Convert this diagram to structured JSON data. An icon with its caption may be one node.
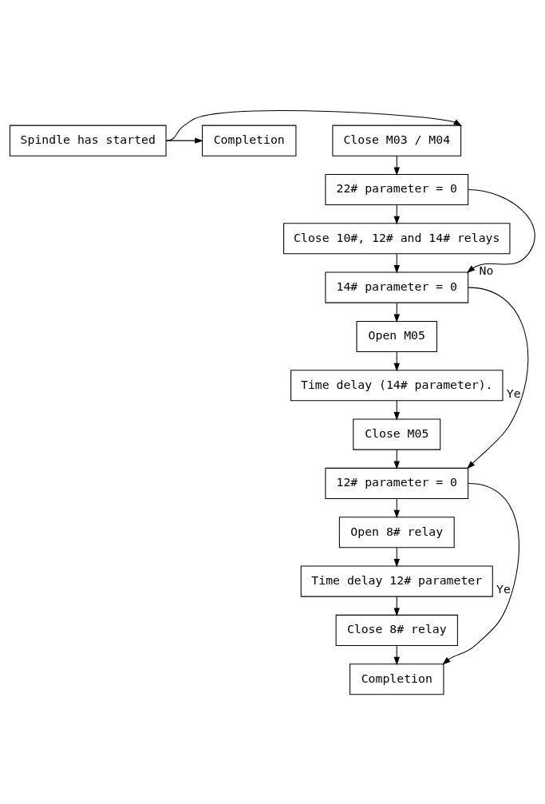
{
  "diagram": {
    "nodes": [
      {
        "text": [
          "Spindle has started"
        ]
      },
      {
        "text": [
          "Completion"
        ]
      },
      {
        "text": [
          "Close M03 / M04"
        ]
      },
      {
        "text": [
          "22# parameter = 0"
        ]
      },
      {
        "text": [
          "Close 10#, 12# and 14# relays"
        ]
      },
      {
        "text": [
          "14# parameter = 0"
        ]
      },
      {
        "text": [
          "Open M05"
        ]
      },
      {
        "text": [
          "Time delay (14# parameter)."
        ]
      },
      {
        "text": [
          "Close M05"
        ]
      },
      {
        "text": [
          "12# parameter = 0"
        ]
      },
      {
        "text": [
          "Open 8# relay"
        ]
      },
      {
        "text": [
          "Time delay 12# parameter"
        ]
      },
      {
        "text": [
          "Close 8# relay"
        ]
      },
      {
        "text": [
          "Completion"
        ]
      }
    ],
    "edges": [
      {
        "from": 0,
        "to": 1,
        "arrow": "to"
      },
      {
        "from": 0,
        "to": 2,
        "arrow": "to"
      },
      {
        "from": 2,
        "to": 3,
        "arrow": "to"
      },
      {
        "from": 3,
        "to": 4,
        "arrow": "to"
      },
      {
        "from": 3,
        "to": 5,
        "arrow": "to",
        "label": "No"
      },
      {
        "from": 4,
        "to": 5,
        "arrow": "to"
      },
      {
        "from": 5,
        "to": 6,
        "arrow": "to"
      },
      {
        "from": 5,
        "to": 9,
        "arrow": "to",
        "label": "Ye"
      },
      {
        "from": 6,
        "to": 7,
        "arrow": "to"
      },
      {
        "from": 7,
        "to": 8,
        "arrow": "to"
      },
      {
        "from": 8,
        "to": 9,
        "arrow": "to"
      },
      {
        "from": 9,
        "to": 10,
        "arrow": "to"
      },
      {
        "from": 9,
        "to": 13,
        "arrow": "to",
        "label": "Ye"
      },
      {
        "from": 10,
        "to": 11,
        "arrow": "to"
      },
      {
        "from": 11,
        "to": 12,
        "arrow": "to"
      },
      {
        "from": 12,
        "to": 13,
        "arrow": "to"
      }
    ]
  }
}
